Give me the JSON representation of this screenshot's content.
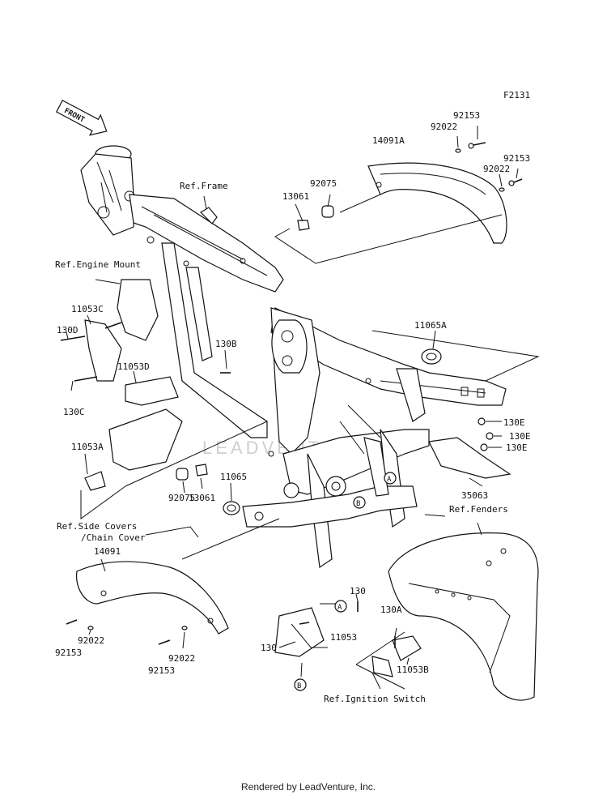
{
  "figure_code": "F2131",
  "front_arrow_label": "FRONT",
  "watermark": "LEADVENTURE",
  "footer": "Rendered by LeadVenture, Inc.",
  "references": {
    "frame": "Ref.Frame",
    "engine_mount": "Ref.Engine Mount",
    "side_covers_line1": "Ref.Side Covers",
    "side_covers_line2": "/Chain Cover",
    "fenders": "Ref.Fenders",
    "ignition_switch": "Ref.Ignition Switch"
  },
  "callouts": {
    "p92153_top1": "92153",
    "p92022_top1": "92022",
    "p14091A": "14091A",
    "p92153_top2": "92153",
    "p92022_top2": "92022",
    "p92075_top": "92075",
    "p13061_top": "13061",
    "p11053C": "11053C",
    "p130D": "130D",
    "p130C": "130C",
    "p130B": "130B",
    "p11053D": "11053D",
    "p11065A": "11065A",
    "p130E_1": "130E",
    "p130E_2": "130E",
    "p130E_3": "130E",
    "p11053A": "11053A",
    "p92075_mid": "92075",
    "p13061_mid": "13061",
    "p11065": "11065",
    "p35063": "35063",
    "p14091": "14091",
    "p92153_bl": "92153",
    "p92022_bl": "92022",
    "p92153_bm": "92153",
    "p92022_bm": "92022",
    "p130_a": "130",
    "p130_b": "130",
    "p11053": "11053",
    "p130A": "130A",
    "p11053B": "11053B"
  },
  "markers": {
    "A": "A",
    "B": "B"
  }
}
